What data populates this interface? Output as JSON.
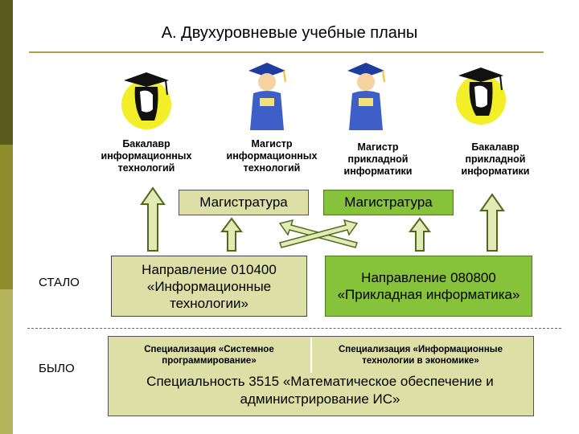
{
  "title": "А. Двухуровневые учебные планы",
  "roles": [
    {
      "id": "bachelor-it",
      "label": "Бакалавр информационных технологий"
    },
    {
      "id": "master-it",
      "label": "Магистр информационных технологий"
    },
    {
      "id": "master-applied",
      "label": "Магистр прикладной информатики"
    },
    {
      "id": "bachelor-applied",
      "label": "Бакалавр прикладной информатики"
    }
  ],
  "magistratura": [
    "Магистратура",
    "Магистратура"
  ],
  "directions": [
    "Направление 010400 «Информационные технологии»",
    "Направление 080800 «Прикладная информатика»"
  ],
  "labels": {
    "now": "СТАЛО",
    "before": "БЫЛО"
  },
  "specializations": [
    "Специализация «Системное программирование»",
    "Специализация «Информационные технологии в экономике»"
  ],
  "specialty": "Специальность 3515 «Математическое обеспечение и администрирование ИС»",
  "colors": {
    "olive_light": "#dde0a6",
    "green": "#86c23a",
    "arrow_fill": "#e4eab6",
    "arrow_stroke": "#4d6b1a",
    "sidebar": "#5a5a1e"
  },
  "icons": [
    "student-silhouette-icon",
    "graduate-cartoon-icon",
    "graduate-cartoon-icon",
    "student-silhouette-icon"
  ]
}
